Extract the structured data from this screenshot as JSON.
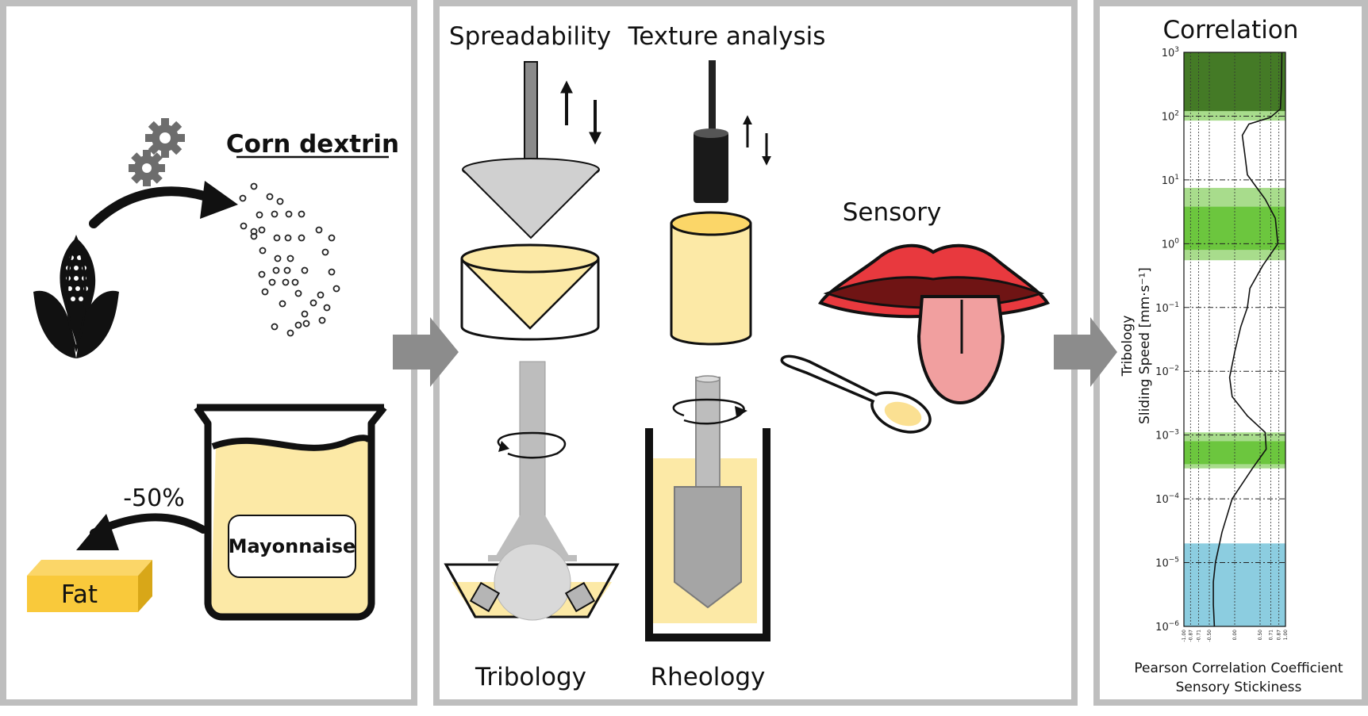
{
  "left_panel": {
    "corn_dextrin_label": "Corn dextrin",
    "reduction_label": "-50%",
    "mayonnaise_label": "Mayonnaise",
    "fat_label": "Fat"
  },
  "middle_panel": {
    "spreadability_label": "Spreadability",
    "texture_label": "Texture analysis",
    "sensory_label": "Sensory",
    "tribology_label": "Tribology",
    "rheology_label": "Rheology"
  },
  "right_panel": {
    "title": "Correlation"
  },
  "chart_data": {
    "type": "line",
    "title": "Correlation",
    "xlabel_line1": "Pearson Correlation Coefficient",
    "xlabel_line2": "Sensory Stickiness",
    "ylabel_line1": "Tribology",
    "ylabel_line2": "Sliding Speed [mm·s⁻¹]",
    "y_scale": "log",
    "ylim": [
      1e-06,
      1000
    ],
    "xlim": [
      -1.0,
      1.0
    ],
    "y_ticks": [
      {
        "value": 1e-06,
        "base": "10",
        "exp": "−6"
      },
      {
        "value": 1e-05,
        "base": "10",
        "exp": "−5"
      },
      {
        "value": 0.0001,
        "base": "10",
        "exp": "−4"
      },
      {
        "value": 0.001,
        "base": "10",
        "exp": "−3"
      },
      {
        "value": 0.01,
        "base": "10",
        "exp": "−2"
      },
      {
        "value": 0.1,
        "base": "10",
        "exp": "−1"
      },
      {
        "value": 1,
        "base": "10",
        "exp": "0"
      },
      {
        "value": 10,
        "base": "10",
        "exp": "1"
      },
      {
        "value": 100,
        "base": "10",
        "exp": "2"
      },
      {
        "value": 1000,
        "base": "10",
        "exp": "3"
      }
    ],
    "x_ticks": [
      {
        "value": -1.0,
        "label": "-1.00"
      },
      {
        "value": -0.87,
        "label": "-0.87"
      },
      {
        "value": -0.71,
        "label": "-0.71"
      },
      {
        "value": -0.5,
        "label": "-0.50"
      },
      {
        "value": 0.0,
        "label": "0.00"
      },
      {
        "value": 0.5,
        "label": "0.50"
      },
      {
        "value": 0.71,
        "label": "0.71"
      },
      {
        "value": 0.87,
        "label": "0.87"
      },
      {
        "value": 1.0,
        "label": "1.00"
      }
    ],
    "bands": [
      {
        "from": 1e-06,
        "to": 2e-05,
        "color": "#8ccde0"
      },
      {
        "from": 0.0003,
        "to": 0.0011,
        "color": "#a8dc8c"
      },
      {
        "from": 0.00035,
        "to": 0.0008,
        "color": "#6cc63e"
      },
      {
        "from": 0.55,
        "to": 7.5,
        "color": "#a8dc8c"
      },
      {
        "from": 0.8,
        "to": 3.8,
        "color": "#6cc63e"
      },
      {
        "from": 85,
        "to": 150,
        "color": "#a8dc8c"
      },
      {
        "from": 120,
        "to": 1000,
        "color": "#447a26"
      }
    ],
    "series": [
      {
        "points": [
          [
            -0.4,
            1e-06
          ],
          [
            -0.42,
            2.2e-06
          ],
          [
            -0.42,
            5e-06
          ],
          [
            -0.38,
            1e-05
          ],
          [
            -0.25,
            3e-05
          ],
          [
            -0.05,
            0.0001
          ],
          [
            0.35,
            0.0003
          ],
          [
            0.62,
            0.0006
          ],
          [
            0.6,
            0.0011
          ],
          [
            0.25,
            0.002
          ],
          [
            -0.05,
            0.004
          ],
          [
            -0.1,
            0.008
          ],
          [
            0.0,
            0.02
          ],
          [
            0.12,
            0.05
          ],
          [
            0.25,
            0.1
          ],
          [
            0.3,
            0.2
          ],
          [
            0.55,
            0.45
          ],
          [
            0.85,
            1
          ],
          [
            0.8,
            2.5
          ],
          [
            0.6,
            5
          ],
          [
            0.25,
            12
          ],
          [
            0.2,
            25
          ],
          [
            0.15,
            50
          ],
          [
            0.28,
            75
          ],
          [
            0.7,
            95
          ],
          [
            0.9,
            130
          ],
          [
            0.92,
            300
          ],
          [
            0.93,
            1000
          ]
        ]
      }
    ]
  },
  "colors": {
    "panel_border": "#bebebe",
    "arrow_gray": "#8c8c8c",
    "mayo_yellow": "#fce9a6",
    "fat_yellow": "#f9c93b",
    "lip_red": "#e8393e",
    "tongue_pink": "#f19f9f"
  }
}
